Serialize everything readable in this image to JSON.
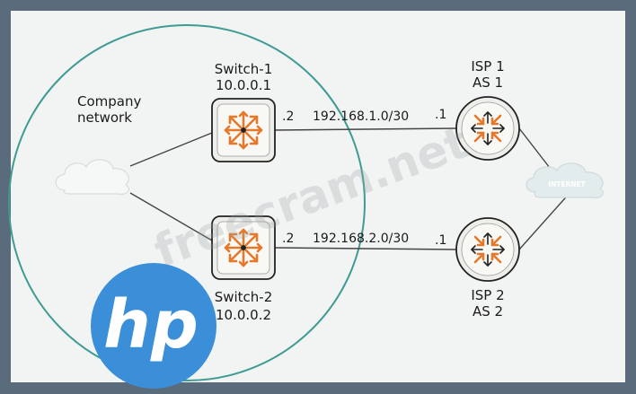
{
  "company": {
    "label_line1": "Company",
    "label_line2": "network"
  },
  "switch1": {
    "name": "Switch-1",
    "ip": "10.0.0.1",
    "port": ".2"
  },
  "switch2": {
    "name": "Switch-2",
    "ip": "10.0.0.2",
    "port": ".2"
  },
  "isp1": {
    "name": "ISP 1",
    "as": "AS 1",
    "port": ".1"
  },
  "isp2": {
    "name": "ISP 2",
    "as": "AS 2",
    "port": ".1"
  },
  "links": {
    "link1_subnet": "192.168.1.0/30",
    "link2_subnet": "192.168.2.0/30"
  },
  "internet": {
    "label": "INTERNET"
  },
  "watermark": {
    "text": "freecram.net"
  },
  "logo": {
    "text": "hp"
  },
  "colors": {
    "frame": "#5a6b7c",
    "background": "#f2f4f3",
    "circle": "#3f9b93",
    "arrow": "#e6782a",
    "logo": "#3b8fd9",
    "cloud": "#e3ecec"
  }
}
